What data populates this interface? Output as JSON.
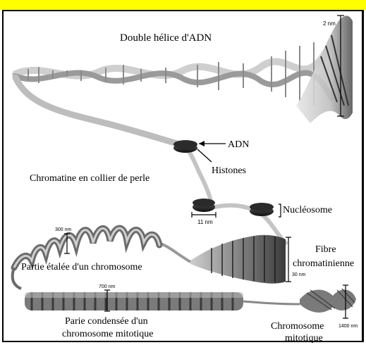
{
  "labels": {
    "double_helix": "Double hélice d'ADN",
    "adn": "ADN",
    "histones": "Histones",
    "chromatine": "Chromatine en collier de perle",
    "nucleosome": "Nucléosome",
    "fibre_line1": "Fibre",
    "fibre_line2": "chromatinienne",
    "partie_etalee": "Partie étalée d'un chromosome",
    "parie_condensee_line1": "Parie condensée d'un",
    "parie_condensee_line2": "chromosome mitotique",
    "chromosome_line1": "Chromosome",
    "chromosome_line2": "mitotique"
  },
  "measures": {
    "two_nm": "2 nm",
    "eleven_nm": "11 nm",
    "thirty_nm": "30 nm",
    "three_hundred_nm": "300 nm",
    "seven_hundred_nm": "700 nm",
    "fourteen_hundred_nm": "1400 nm"
  },
  "colors": {
    "top_strip": "#ffff00",
    "strand_light": "#d9d9d9",
    "strand_dark": "#6b6b6b",
    "nucleosome_dark": "#2b2b2b",
    "fiber_gray": "#9a9a9a"
  }
}
